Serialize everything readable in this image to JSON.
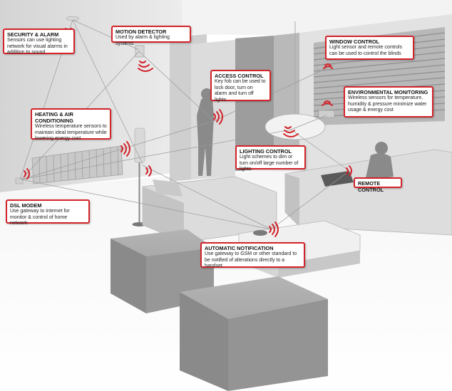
{
  "colors": {
    "accent_red": "#d2232a",
    "line_gray": "#9a9a9a",
    "furniture_gray": "#8f8f8f",
    "wall_light": "#e6e6e6"
  },
  "callouts": {
    "security": {
      "title": "SECURITY & ALARM",
      "body": "Sensors can use lighting network for visual alarms in addition to sound"
    },
    "motion": {
      "title": "MOTION DETECTOR",
      "body": "Used by alarm & lighting systems"
    },
    "window": {
      "title": "WINDOW CONTROL",
      "body": "Light sensor and remote controls can be used to control the blinds"
    },
    "access": {
      "title": "ACCESS CONTROL",
      "body": "Key fob can be used to lock door, turn on alarm and turn off lights"
    },
    "environmental": {
      "title": "ENVIRONMENTAL MONITORING",
      "body": "Wireless sensors for temperature, humidity & pressure minimize water usage & energy cost"
    },
    "heating": {
      "title": "HEATING & AIR CONDITIONING",
      "body": "Wireless temperature sensors to maintain ideal temperature while lowering energy cost"
    },
    "lighting": {
      "title": "LIGHTING CONTROL",
      "body": "Light schemes to dim or turn on/off large number of lights"
    },
    "remote": {
      "title": "REMOTE CONTROL",
      "body": ""
    },
    "dsl": {
      "title": "DSL MODEM",
      "body": "Use gateway to internet for monitor & control of home network"
    },
    "notification": {
      "title": "AUTOMATIC NOTIFICATION",
      "body": "Use gateway to GSM or other standard to be notified of alterations directly to a handset"
    }
  }
}
